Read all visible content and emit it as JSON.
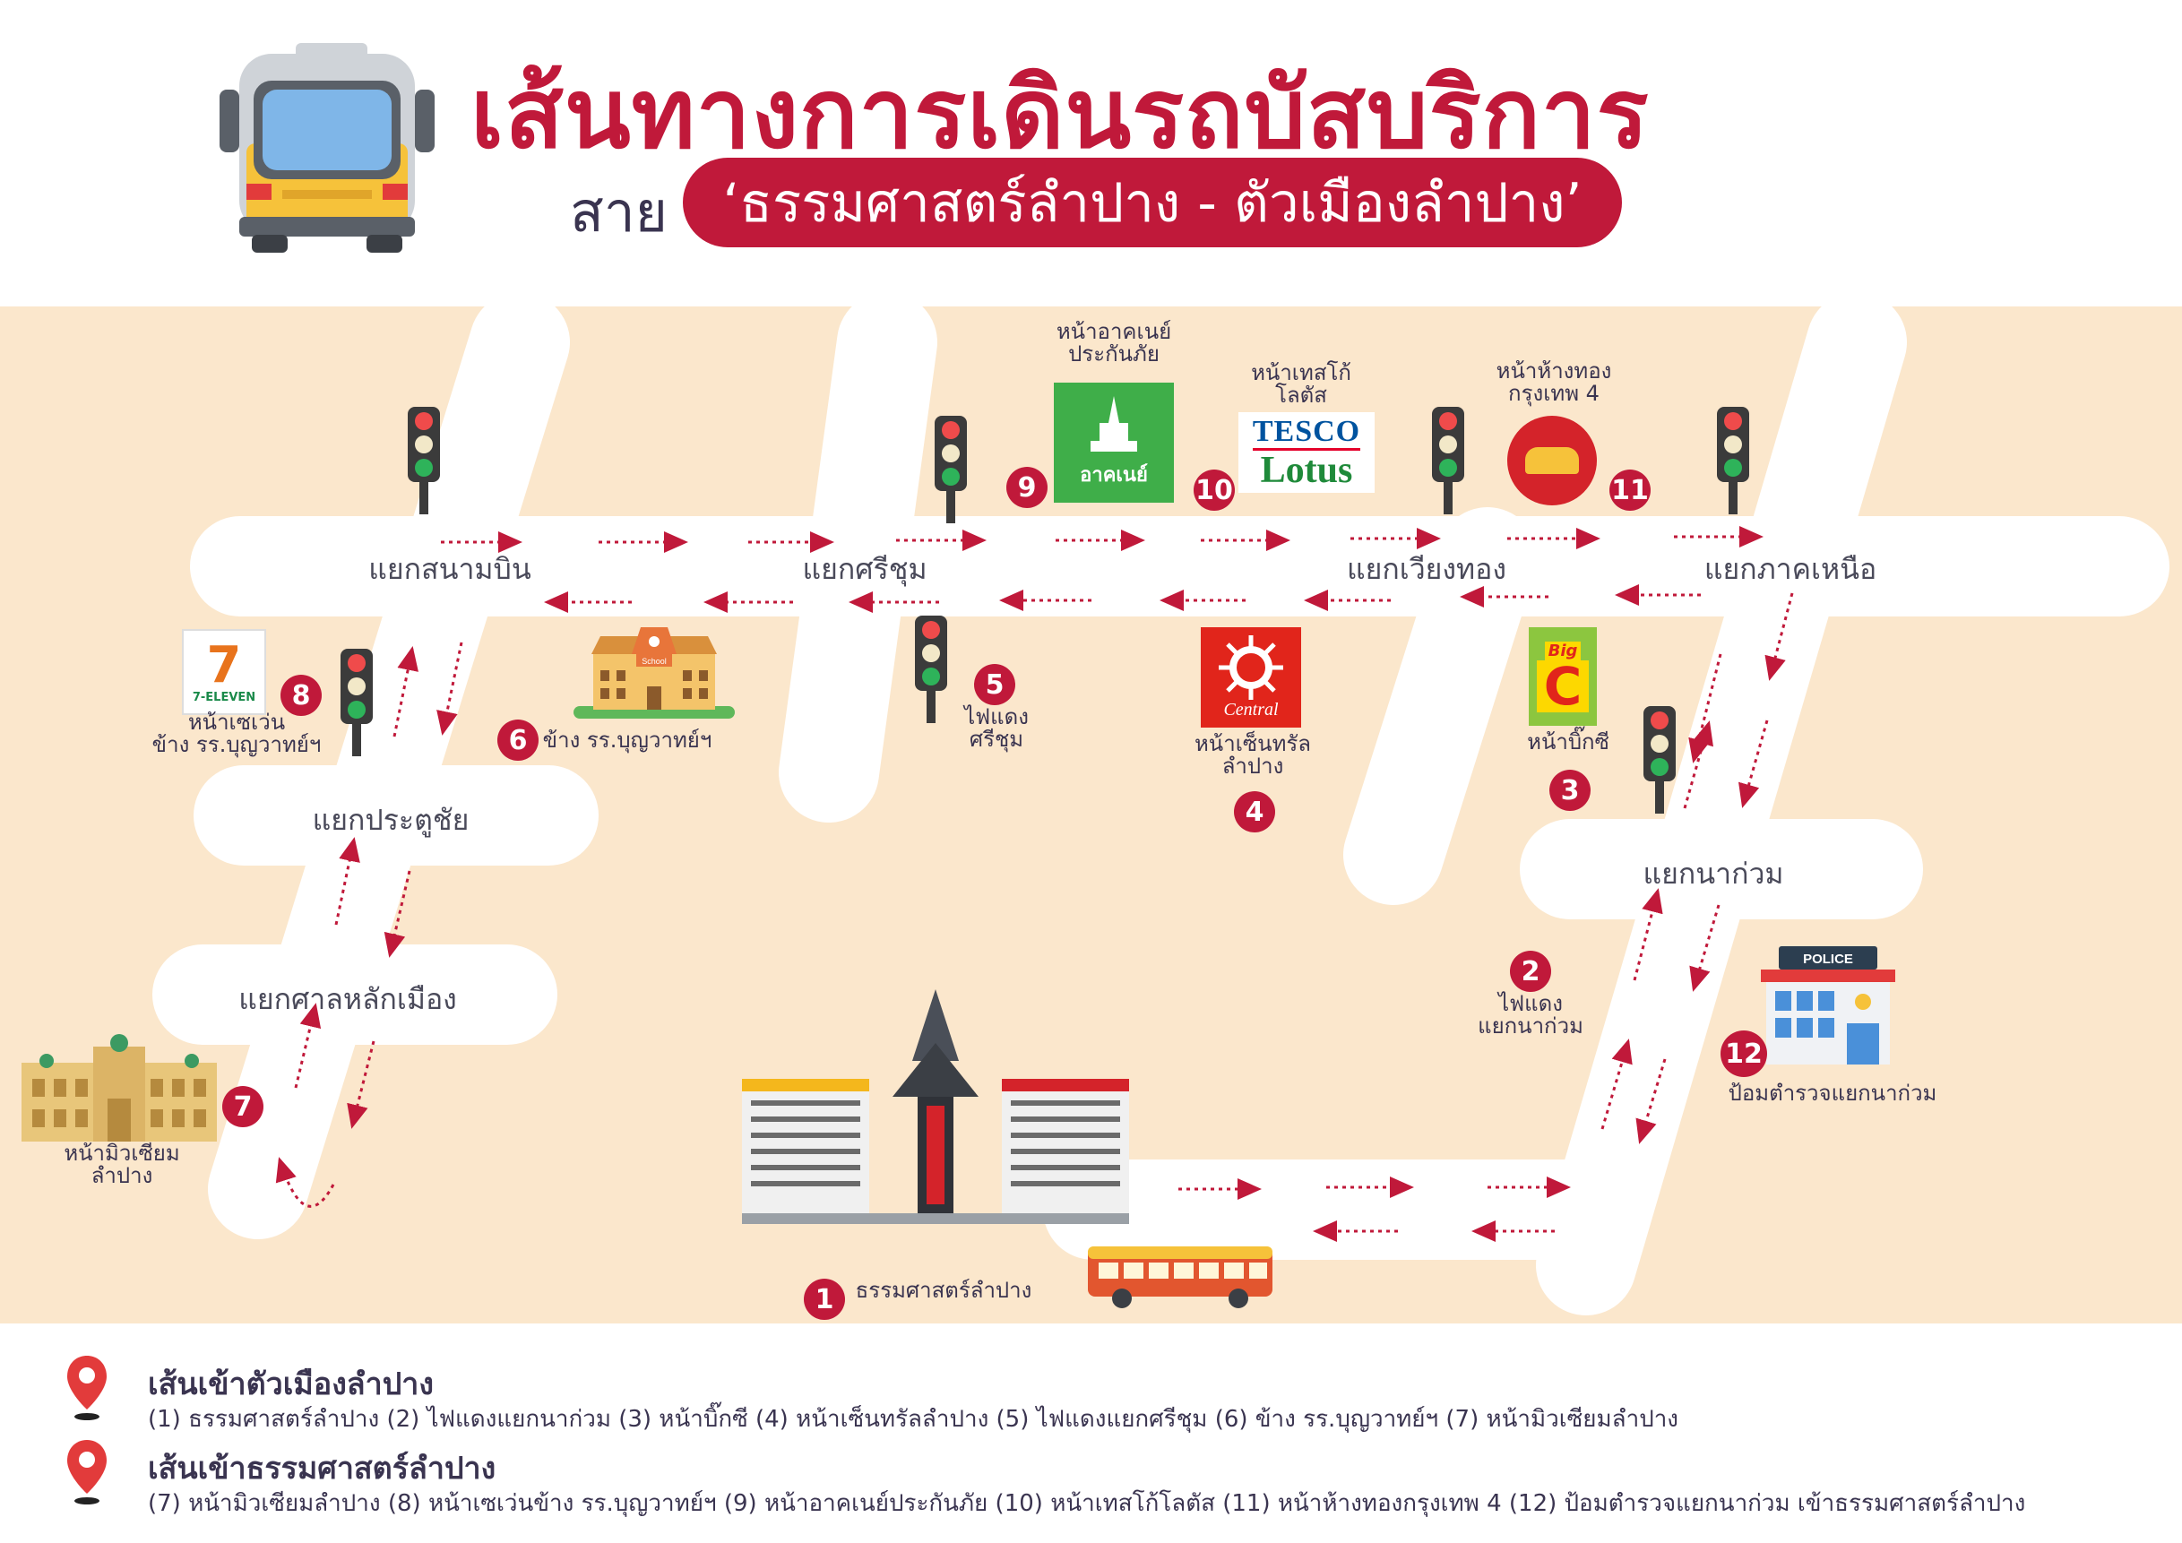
{
  "header": {
    "title": "เส้นทางการเดินรถบัสบริการ",
    "subtitle_prefix": "สาย",
    "subtitle_route": "‘ธรรมศาสตร์ลำปาง - ตัวเมืองลำปาง’"
  },
  "colors": {
    "accent": "#c0193a",
    "map_bg": "#fbe7cc",
    "road": "#ffffff",
    "text": "#3a3450"
  },
  "intersections": {
    "sanambin": "แยกสนามบิน",
    "srichum": "แยกศรีชุม",
    "wiangthong": "แยกเวียงทอง",
    "phakhnuea": "แยกภาคเหนือ",
    "pratuchai": "แยกประตูชัย",
    "naokuam": "แยกนาก่วม",
    "sanlakmueang": "แยกศาลหลักเมือง"
  },
  "stops": [
    {
      "num": "1",
      "label": "ธรรมศาสตร์ลำปาง"
    },
    {
      "num": "2",
      "label": "ไฟแดง\nแยกนาก่วม"
    },
    {
      "num": "3",
      "label": "หน้าบิ๊กซี"
    },
    {
      "num": "4",
      "label": "หน้าเซ็นทรัล\nลำปาง"
    },
    {
      "num": "5",
      "label": "ไฟแดง\nศรีชุม"
    },
    {
      "num": "6",
      "label": "ข้าง รร.บุญวาทย์ฯ"
    },
    {
      "num": "7",
      "label": "หน้ามิวเซียม\nลำปาง"
    },
    {
      "num": "8",
      "label": "หน้าเซเว่น\nข้าง รร.บุญวาทย์ฯ"
    },
    {
      "num": "9",
      "label": "หน้าอาคเนย์\nประกันภัย"
    },
    {
      "num": "10",
      "label": "หน้าเทสโก้\nโลตัส"
    },
    {
      "num": "11",
      "label": "หน้าห้างทอง\nกรุงเทพ 4"
    },
    {
      "num": "12",
      "label": "ป้อมตำรวจแยกนาก่วม"
    }
  ],
  "logos": {
    "seven_eleven": "7-ELEVEN",
    "school": "School",
    "akhanay": "อาคเนย์",
    "tesco_top": "TESCO",
    "tesco_bottom": "Lotus",
    "central": "Central",
    "bigc_top": "Big",
    "bigc_letter": "C",
    "police": "POLICE"
  },
  "icons": [
    "bus-icon",
    "traffic-light-icon",
    "location-pin-icon",
    "school-building-icon",
    "museum-building-icon",
    "university-tower-icon",
    "police-station-icon",
    "red-bus-icon"
  ],
  "legend": {
    "inbound_title": "เส้นเข้าตัวเมืองลำปาง",
    "inbound_text": "(1) ธรรมศาสตร์ลำปาง (2) ไฟแดงแยกนาก่วม (3) หน้าบิ๊กซี (4) หน้าเซ็นทรัลลำปาง (5) ไฟแดงแยกศรีชุม (6) ข้าง รร.บุญวาทย์ฯ (7) หน้ามิวเซียมลำปาง",
    "outbound_title": "เส้นเข้าธรรมศาสตร์ลำปาง",
    "outbound_text": "(7) หน้ามิวเซียมลำปาง (8) หน้าเซเว่นข้าง รร.บุญวาทย์ฯ (9) หน้าอาคเนย์ประกันภัย (10) หน้าเทสโก้โลตัส (11) หน้าห้างทองกรุงเทพ 4 (12) ป้อมตำรวจแยกนาก่วม เข้าธรรมศาสตร์ลำปาง"
  }
}
